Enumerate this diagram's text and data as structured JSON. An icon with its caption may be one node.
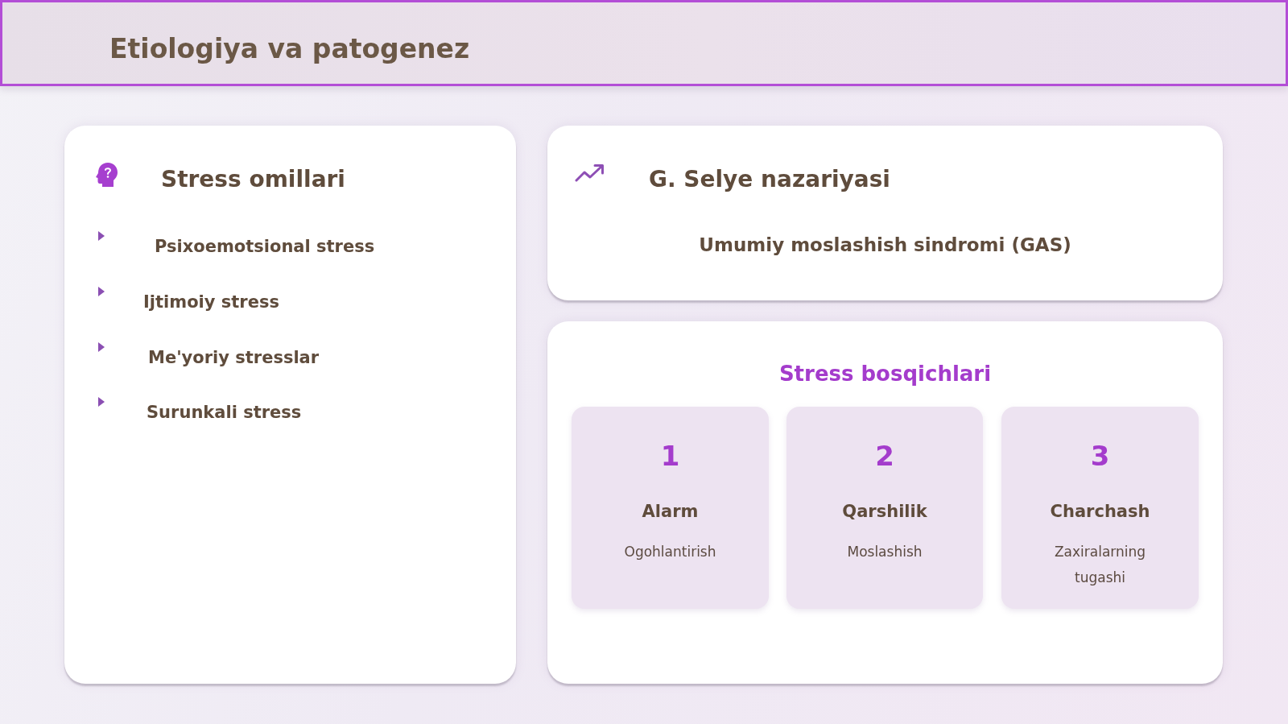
{
  "diagram": {
    "title": "Etiologiya va patogenez",
    "nodes": [
      {
        "text": [
          "Stress omillari",
          "Psixoemotsional stress",
          "Ijtimoiy stress",
          "Me'yoriy stresslar",
          "Surunkali stress"
        ]
      },
      {
        "text": [
          "G. Selye nazariyasi",
          "Umumiy moslashish sindromi (GAS)"
        ]
      },
      {
        "text": [
          "Stress bosqichlari"
        ]
      },
      {
        "text": [
          "1",
          "Alarm",
          "Ogohlantirish"
        ],
        "in": 2
      },
      {
        "text": [
          "2",
          "Qarshilik",
          "Moslashish"
        ],
        "in": 2
      },
      {
        "text": [
          "3",
          "Charchash",
          "Zaxiralarning tugashi"
        ],
        "in": 2
      }
    ]
  }
}
